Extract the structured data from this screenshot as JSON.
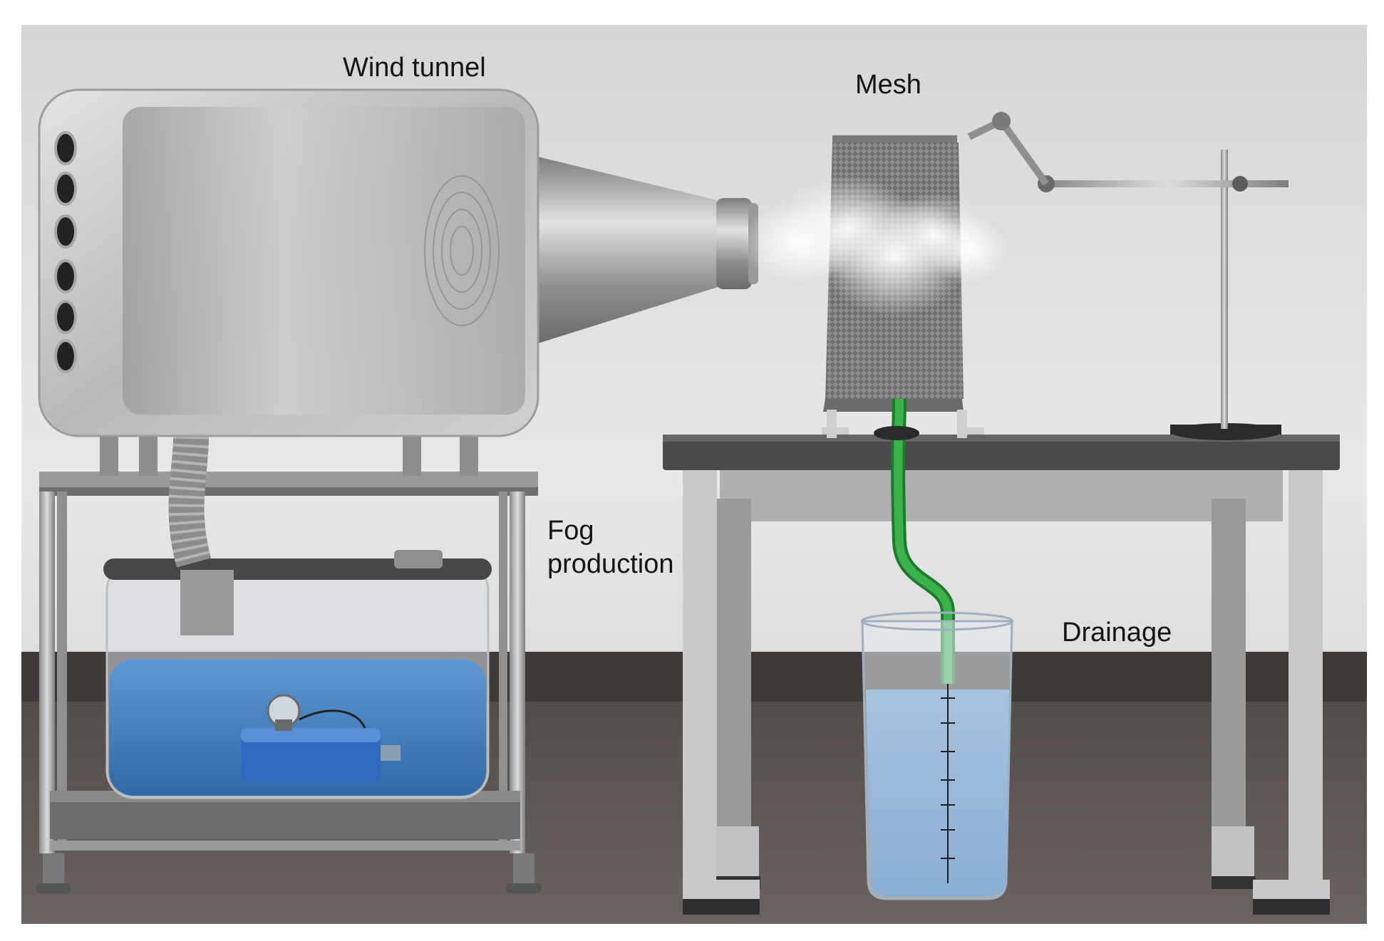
{
  "labels": {
    "wind_tunnel": "Wind tunnel",
    "mesh": "Mesh",
    "fog_line1": "Fog",
    "fog_line2": "production",
    "drainage": "Drainage"
  },
  "colors": {
    "wall": "#dcdcdc",
    "floor": "#5a5450",
    "water": "#3f7fc0",
    "tube": "#2e9a3e",
    "table_top": "#4a4a4a",
    "table_frame": "#c8c8c8"
  }
}
